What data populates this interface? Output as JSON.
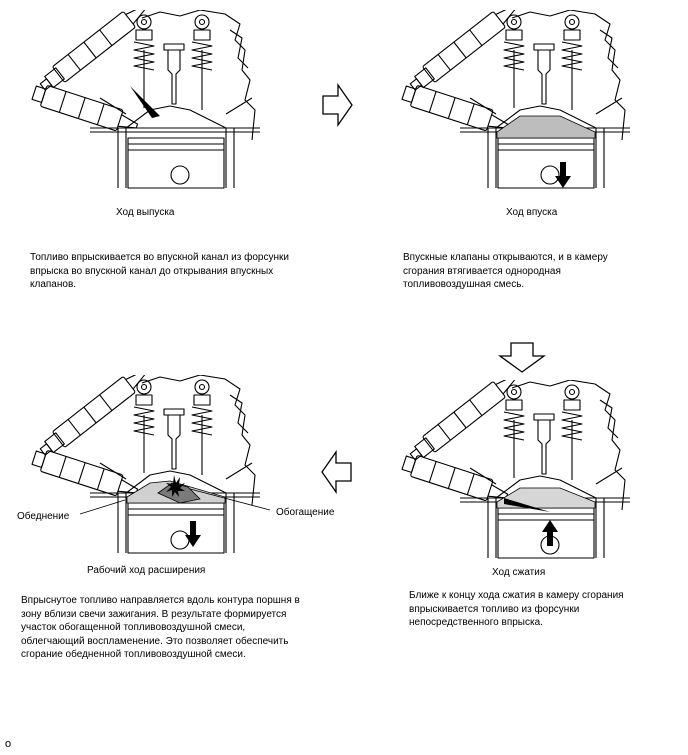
{
  "panels": {
    "exhaust": {
      "caption": "Ход выпуска",
      "text": "Топливо впрыскивается во впускной канал из форсунки впрыска во впускной канал до открывания впускных клапанов."
    },
    "intake": {
      "caption": "Ход впуска",
      "text": "Впускные клапаны открываются, и в камеру сгорания втягивается однородная топливовоздушная смесь."
    },
    "power": {
      "caption": "Рабочий ход расширения",
      "label_lean": "Обеднение",
      "label_rich": "Обогащение",
      "text": "Впрыснутое топливо направляется вдоль контура поршня в зону вблизи свечи зажигания. В результате формируется участок обогащенной топливовоздушной смеси, облегчающий воспламенение. Это позволяет обеспечить сгорание обедненной топливовоздушной смеси."
    },
    "compression": {
      "caption": "Ход сжатия",
      "text": "Ближе к концу хода сжатия в камеру сгорания впрыскивается топливо из форсунки непосредственного впрыска."
    }
  },
  "footer": "o"
}
